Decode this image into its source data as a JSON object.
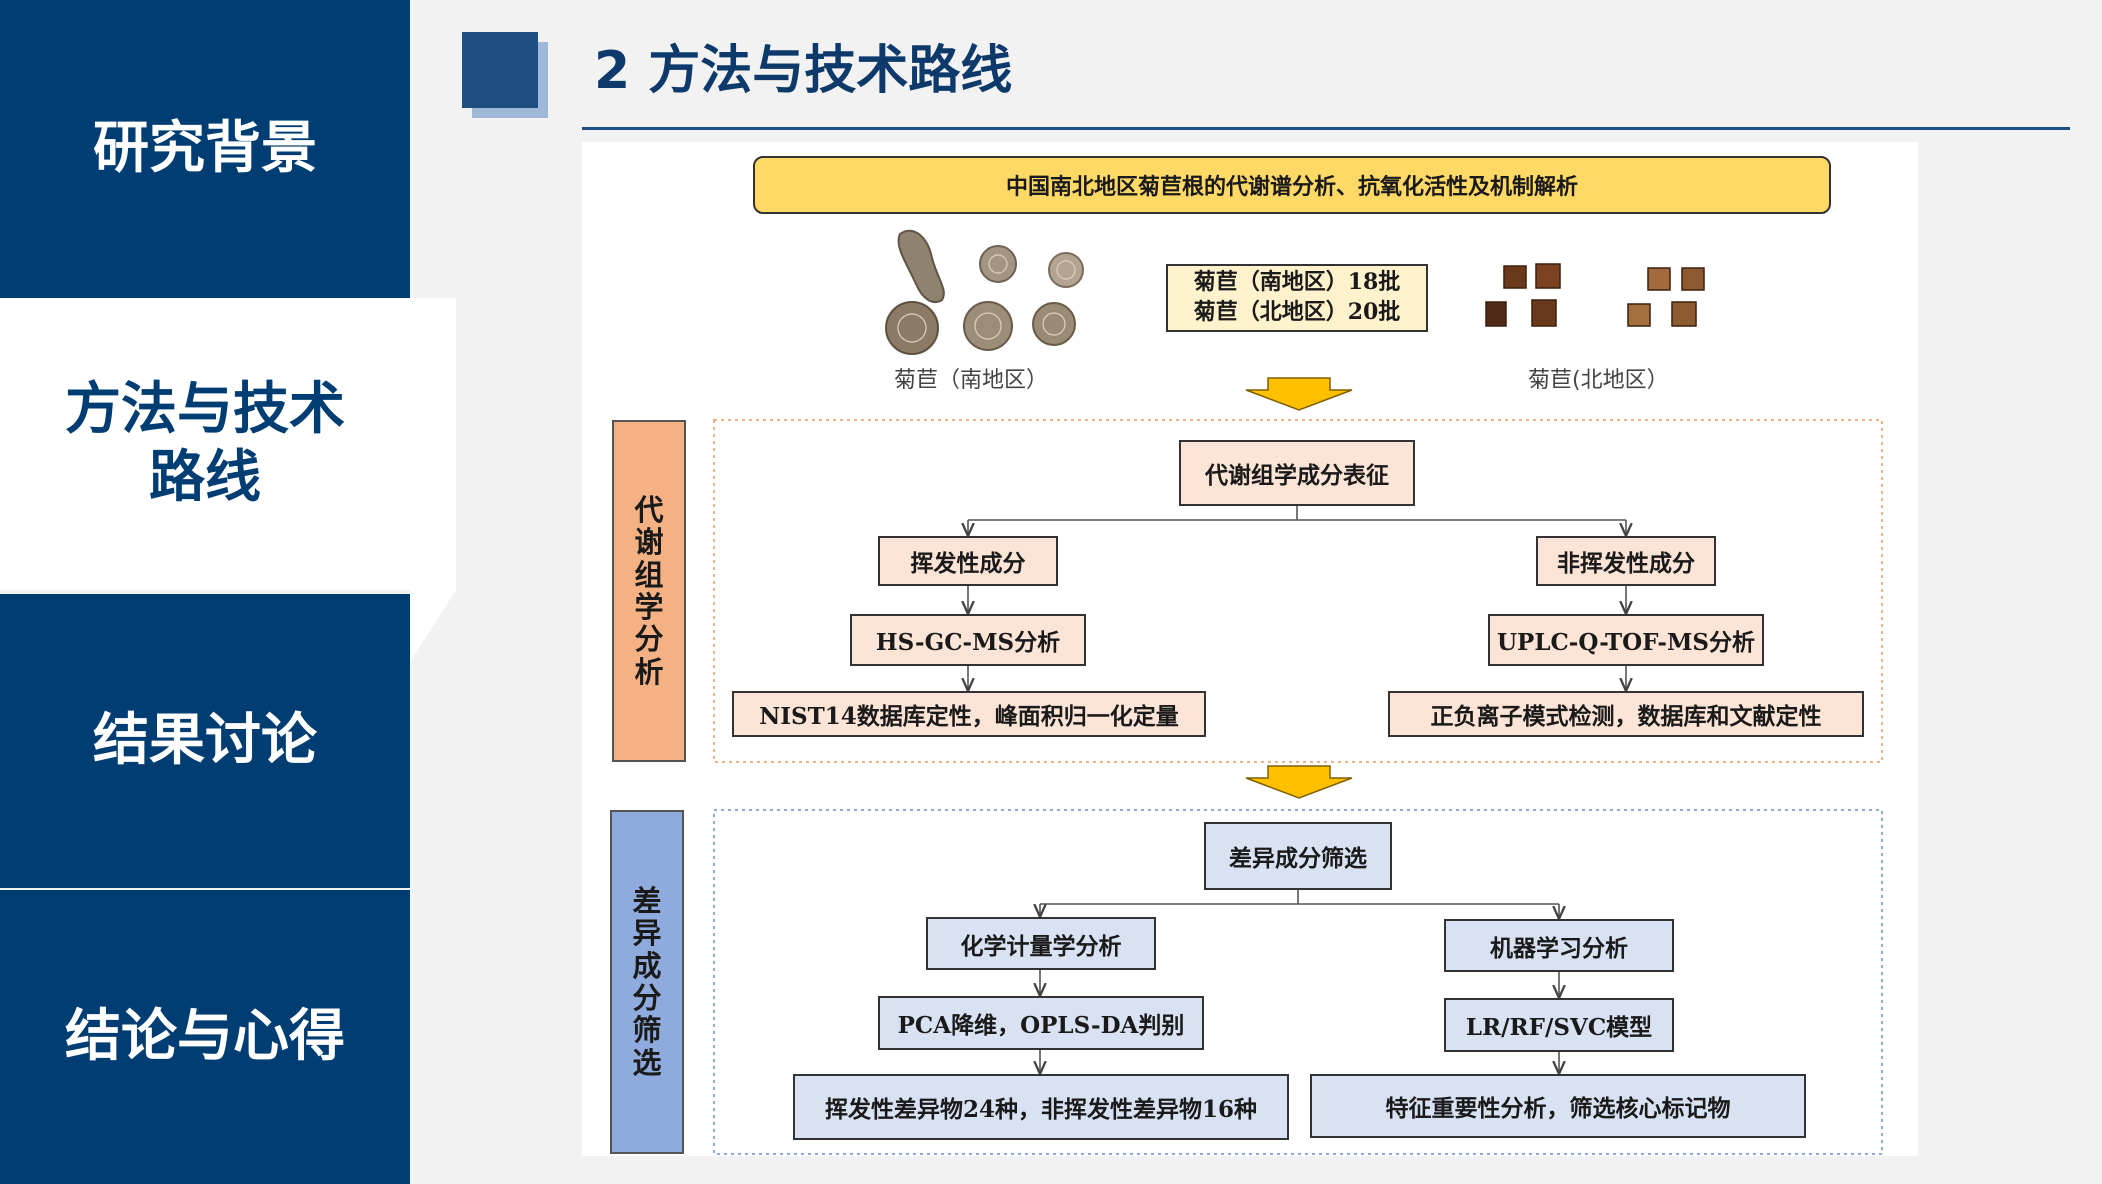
{
  "sidebar": {
    "items": [
      {
        "label": "研究背景"
      },
      {
        "label": "方法与技术路线"
      },
      {
        "label": "结果讨论"
      },
      {
        "label": "结论与心得"
      }
    ],
    "active_index": 1
  },
  "header": {
    "title": "2 方法与技术路线"
  },
  "diagram": {
    "title": "中国南北地区菊苣根的代谢谱分析、抗氧化活性及机制解析",
    "samples": {
      "batch_lines": [
        "菊苣（南地区）18批",
        "菊苣（北地区）20批"
      ],
      "south_caption": "菊苣（南地区）",
      "north_caption": "菊苣(北地区）"
    },
    "section1": {
      "label": "代谢组学分析",
      "root": "代谢组学成分表征",
      "left": [
        "挥发性成分",
        "HS-GC-MS分析",
        "NIST14数据库定性，峰面积归一化定量"
      ],
      "right": [
        "非挥发性成分",
        "UPLC-Q-TOF-MS分析",
        "正负离子模式检测，数据库和文献定性"
      ]
    },
    "section2": {
      "label": "差异成分筛选",
      "root": "差异成分筛选",
      "left": [
        "化学计量学分析",
        "PCA降维，OPLS-DA判别",
        "挥发性差异物24种，非挥发性差异物16种"
      ],
      "right": [
        "机器学习分析",
        "LR/RF/SVC模型",
        "特征重要性分析，筛选核心标记物"
      ]
    },
    "colors": {
      "section1_fill": "#f4b183",
      "section1_box": "#fce4d6",
      "section2_fill": "#8faadc",
      "section2_box": "#d9e2f3",
      "banner": "#ffd966",
      "arrow": "#ffc000"
    }
  }
}
